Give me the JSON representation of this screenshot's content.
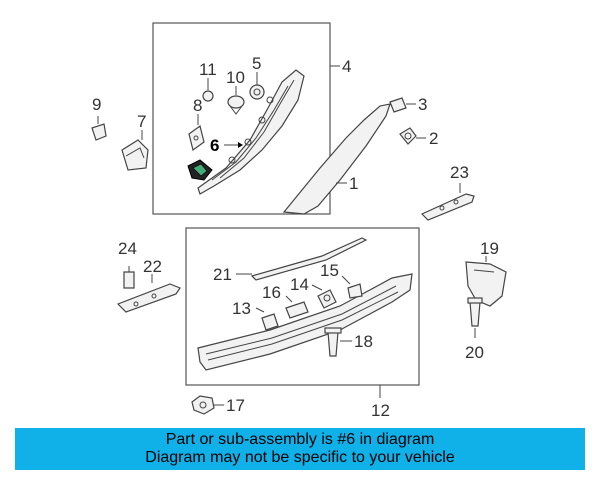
{
  "diagram": {
    "callouts": {
      "c1": "1",
      "c2": "2",
      "c3": "3",
      "c4": "4",
      "c5": "5",
      "c6": "6",
      "c7": "7",
      "c8": "8",
      "c9": "9",
      "c10": "10",
      "c11": "11",
      "c12": "12",
      "c13": "13",
      "c14": "14",
      "c15": "15",
      "c16": "16",
      "c17": "17",
      "c18": "18",
      "c19": "19",
      "c20": "20",
      "c21": "21",
      "c22": "22",
      "c23": "23",
      "c24": "24"
    },
    "highlighted_part": "6",
    "highlight_color": "#000000"
  },
  "banner": {
    "line1": "Part or sub-assembly is #6 in diagram",
    "line2": "Diagram may not be specific to your vehicle",
    "background_color": "#10b0e8"
  }
}
